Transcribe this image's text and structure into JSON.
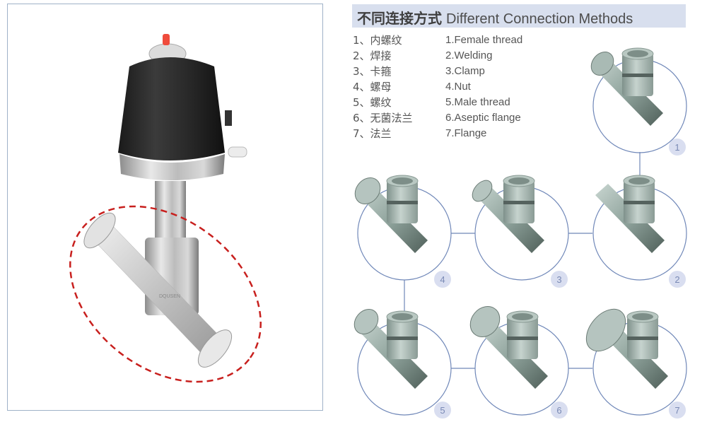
{
  "header": {
    "title_cn": "不同连接方式",
    "title_en": "Different Connection Methods",
    "background_color": "#d8dfee"
  },
  "connection_methods": [
    {
      "number": "1",
      "cn": "1、内螺纹",
      "en": "1.Female thread"
    },
    {
      "number": "2",
      "cn": "2、焊接",
      "en": "2.Welding"
    },
    {
      "number": "3",
      "cn": "3、卡箍",
      "en": "3.Clamp"
    },
    {
      "number": "4",
      "cn": "4、螺母",
      "en": "4.Nut"
    },
    {
      "number": "5",
      "cn": "5、螺纹",
      "en": "5.Male thread"
    },
    {
      "number": "6",
      "cn": "6、无菌法兰",
      "en": "6.Aseptic flange"
    },
    {
      "number": "7",
      "cn": "7、法兰",
      "en": "7.Flange"
    }
  ],
  "badges": {
    "b1": "1",
    "b2": "2",
    "b3": "3",
    "b4": "4",
    "b5": "5",
    "b6": "6",
    "b7": "7"
  },
  "colors": {
    "circle_stroke": "#6f87b8",
    "badge_fill": "#d9def0",
    "badge_text": "#7a8ab5",
    "highlight_dash": "#c8201e",
    "frame_border": "#9fb2c8"
  },
  "product_image": {
    "subject": "pneumatic angle seat valve with clamp ends",
    "highlight": "red dashed ellipse around valve body"
  }
}
